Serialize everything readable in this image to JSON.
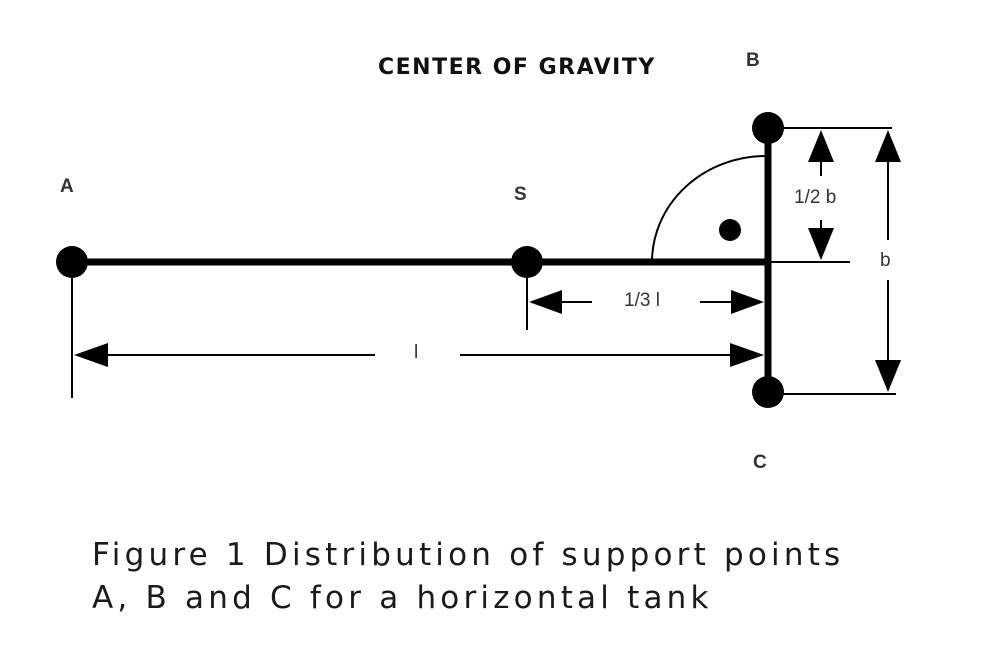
{
  "title": "CENTER OF GRAVITY",
  "points": {
    "a": "A",
    "s": "S",
    "b": "B",
    "c": "C"
  },
  "dimensions": {
    "length": "l",
    "third_length": "1/3 l",
    "half_width": "1/2 b",
    "width": "b"
  },
  "caption": {
    "line1": "Figure 1 Distribution of support points",
    "line2": "A, B and C for a horizontal tank"
  },
  "colors": {
    "ink": "#000000",
    "label": "#333333"
  }
}
